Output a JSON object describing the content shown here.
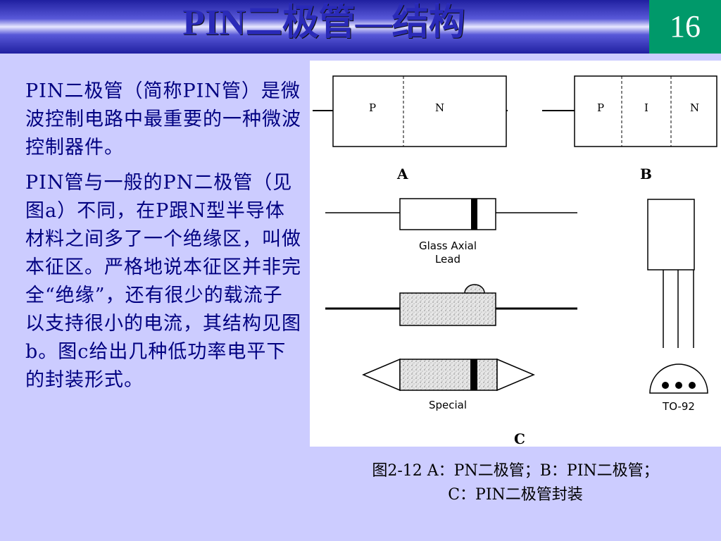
{
  "header": {
    "title": "PIN二极管—结构",
    "page_number": "16"
  },
  "body": {
    "paragraphs": [
      "PIN二极管（简称PIN管）是微波控制电路中最重要的一种微波控制器件。",
      "PIN管与一般的PN二极管（见图a）不同，在P跟N型半导体材料之间多了一个绝缘区，叫做本征区。严格地说本征区并非完全“绝缘”，还有很少的载流子以支持很小的电流，其结构见图b。图c给出几种低功率电平下的封装形式。"
    ]
  },
  "figure": {
    "pn": {
      "p": "P",
      "n": "N",
      "label": "A"
    },
    "pin": {
      "p": "P",
      "i": "I",
      "n": "N",
      "label": "B"
    },
    "glass_axial_line1": "Glass Axial",
    "glass_axial_line2": "Lead",
    "special": "Special",
    "to92": "TO-92",
    "label_c": "C"
  },
  "caption": {
    "line1": "图2-12  A：PN二极管；B：PIN二极管；",
    "line2": "C：PIN二极管封装"
  }
}
